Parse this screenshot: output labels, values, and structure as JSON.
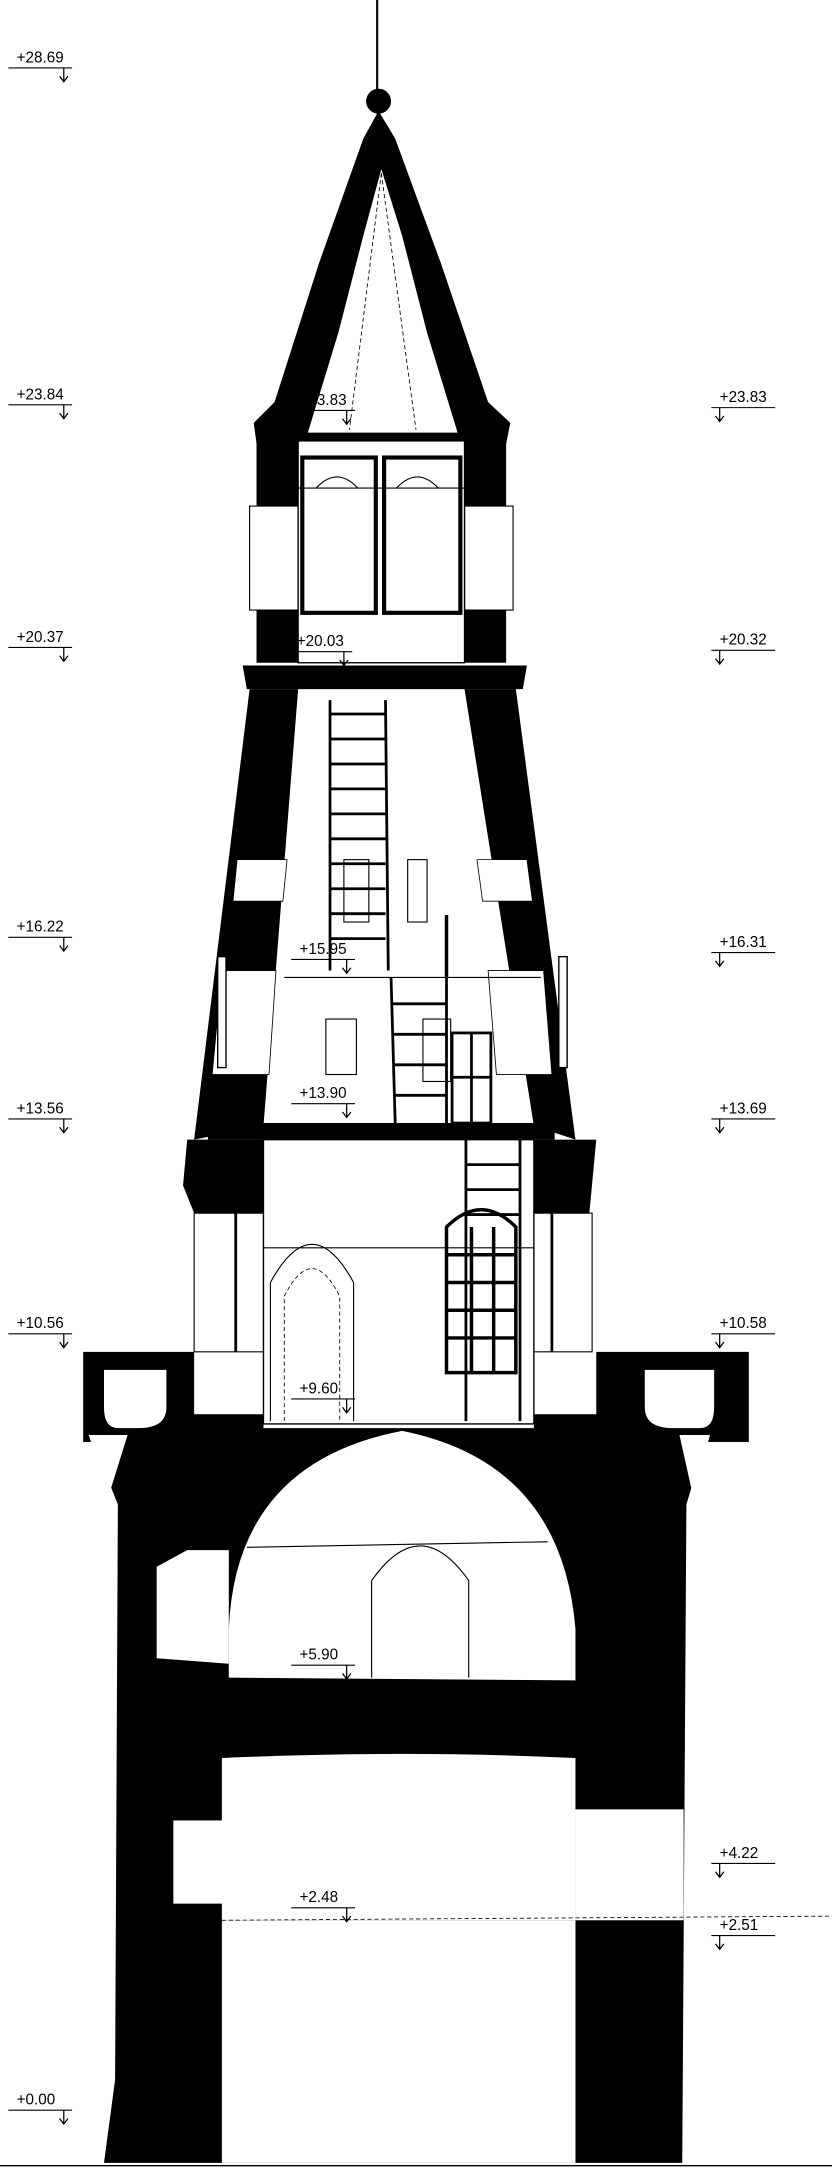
{
  "drawing": {
    "wall_color": "#000000",
    "background_color": "#ffffff",
    "left_levels": [
      "+28.69",
      "+23.84",
      "+20.37",
      "+16.22",
      "+13.56",
      "+10.56",
      "+0.00"
    ],
    "right_levels": [
      "+23.83",
      "+20.32",
      "+16.31",
      "+13.69",
      "+10.58",
      "+4.22",
      "+2.51"
    ],
    "inner_levels": [
      "+23.83",
      "+20.03",
      "+15.95",
      "+13.90",
      "+9.60",
      "+5.90",
      "+2.48"
    ]
  }
}
